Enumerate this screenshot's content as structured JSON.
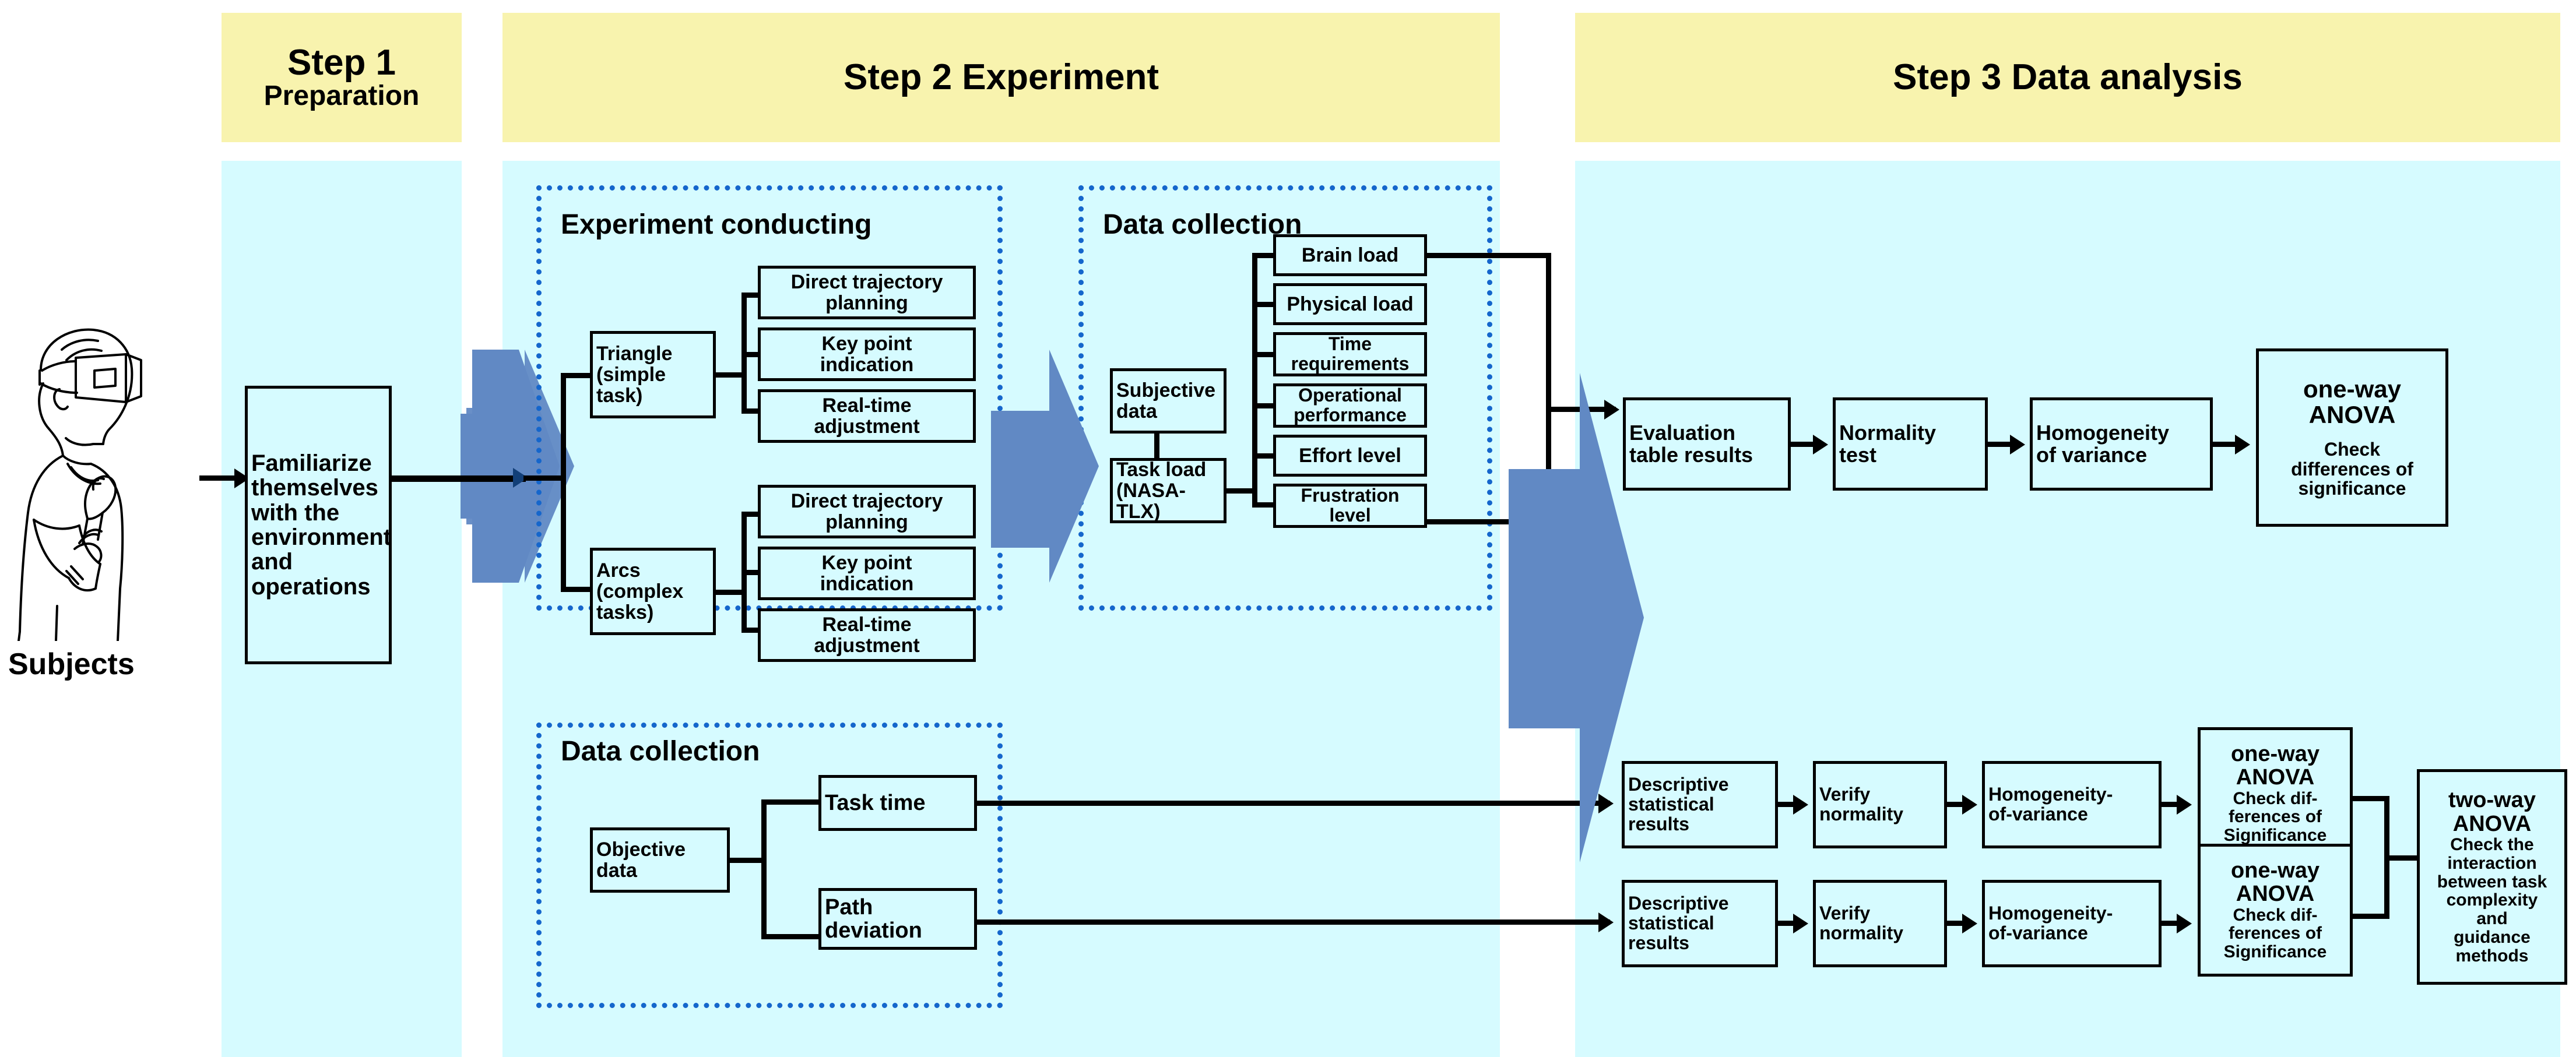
{
  "steps": [
    {
      "id": "step1",
      "main": "Step 1",
      "sub": "Preparation"
    },
    {
      "id": "step2",
      "main": "Step 2  Experiment",
      "sub": ""
    },
    {
      "id": "step3",
      "main": "Step 3  Data analysis",
      "sub": ""
    }
  ],
  "subject": {
    "label": "Subjects",
    "icon": "vr-user-icon"
  },
  "step1": {
    "box": {
      "lines": [
        "Familiarize",
        "themselves",
        "with the",
        "environment",
        "and",
        "operations"
      ]
    }
  },
  "groups": {
    "experiment_conducting": "Experiment conducting",
    "data_collection_subjective": "Data collection",
    "data_collection_objective": "Data collection"
  },
  "experiment": {
    "tasks": [
      {
        "label_lines": [
          "Triangle",
          "(simple",
          "task)"
        ],
        "children": [
          {
            "lines": [
              "Direct trajectory",
              "planning"
            ]
          },
          {
            "lines": [
              "Key point",
              "indication"
            ]
          },
          {
            "lines": [
              "Real-time",
              "adjustment"
            ]
          }
        ]
      },
      {
        "label_lines": [
          "Arcs",
          "(complex",
          "tasks)"
        ],
        "children": [
          {
            "lines": [
              "Direct trajectory",
              "planning"
            ]
          },
          {
            "lines": [
              "Key point",
              "indication"
            ]
          },
          {
            "lines": [
              "Real-time",
              "adjustment"
            ]
          }
        ]
      }
    ]
  },
  "subjective": {
    "source": {
      "lines": [
        "Subjective",
        "data"
      ]
    },
    "instrument": {
      "lines": [
        "Task load",
        "(NASA-TLX)"
      ]
    },
    "measures": [
      {
        "lines": [
          "Brain load"
        ]
      },
      {
        "lines": [
          "Physical load"
        ]
      },
      {
        "lines": [
          "Time",
          "requirements"
        ]
      },
      {
        "lines": [
          "Operational",
          "performance"
        ]
      },
      {
        "lines": [
          "Effort level"
        ]
      },
      {
        "lines": [
          "Frustration",
          "level"
        ]
      }
    ]
  },
  "objective": {
    "source": {
      "lines": [
        "Objective",
        "data"
      ]
    },
    "measures": [
      {
        "lines": [
          "Task time"
        ]
      },
      {
        "lines": [
          "Path",
          "deviation"
        ]
      }
    ]
  },
  "analysis": {
    "row_top": [
      {
        "lines": [
          "Evaluation",
          "table results"
        ]
      },
      {
        "lines": [
          "Normality",
          "test"
        ]
      },
      {
        "lines": [
          "Homogeneity",
          "of variance"
        ]
      },
      {
        "title_lines": [
          "one-way",
          "ANOVA"
        ],
        "body_lines": [
          "Check",
          "differences of",
          "significance"
        ]
      }
    ],
    "row_mid": [
      {
        "lines": [
          "Descriptive",
          "statistical",
          "results"
        ]
      },
      {
        "lines": [
          "Verify",
          "normality"
        ]
      },
      {
        "lines": [
          "Homogeneity-",
          "of-variance"
        ]
      },
      {
        "title_lines": [
          "one-way",
          "ANOVA"
        ],
        "body_lines": [
          "Check dif-",
          "ferences of",
          "Significance"
        ]
      }
    ],
    "row_bot": [
      {
        "lines": [
          "Descriptive",
          "statistical",
          "results"
        ]
      },
      {
        "lines": [
          "Verify",
          "normality"
        ]
      },
      {
        "lines": [
          "Homogeneity-",
          "of-variance"
        ]
      },
      {
        "title_lines": [
          "one-way",
          "ANOVA"
        ],
        "body_lines": [
          "Check dif-",
          "ferences of",
          "Significance"
        ]
      }
    ],
    "final": {
      "title_lines": [
        "two-way",
        "ANOVA"
      ],
      "body_lines": [
        "Check the",
        "interaction",
        "between task",
        "complexity",
        "and",
        "guidance",
        "methods"
      ]
    }
  },
  "colors": {
    "header_yellow": "#F8F3AE",
    "panel_cyan": "#D6FBFF",
    "dotted_blue": "#1566CC",
    "arrow_blue": "#6189C4",
    "stroke_black": "#000000"
  }
}
